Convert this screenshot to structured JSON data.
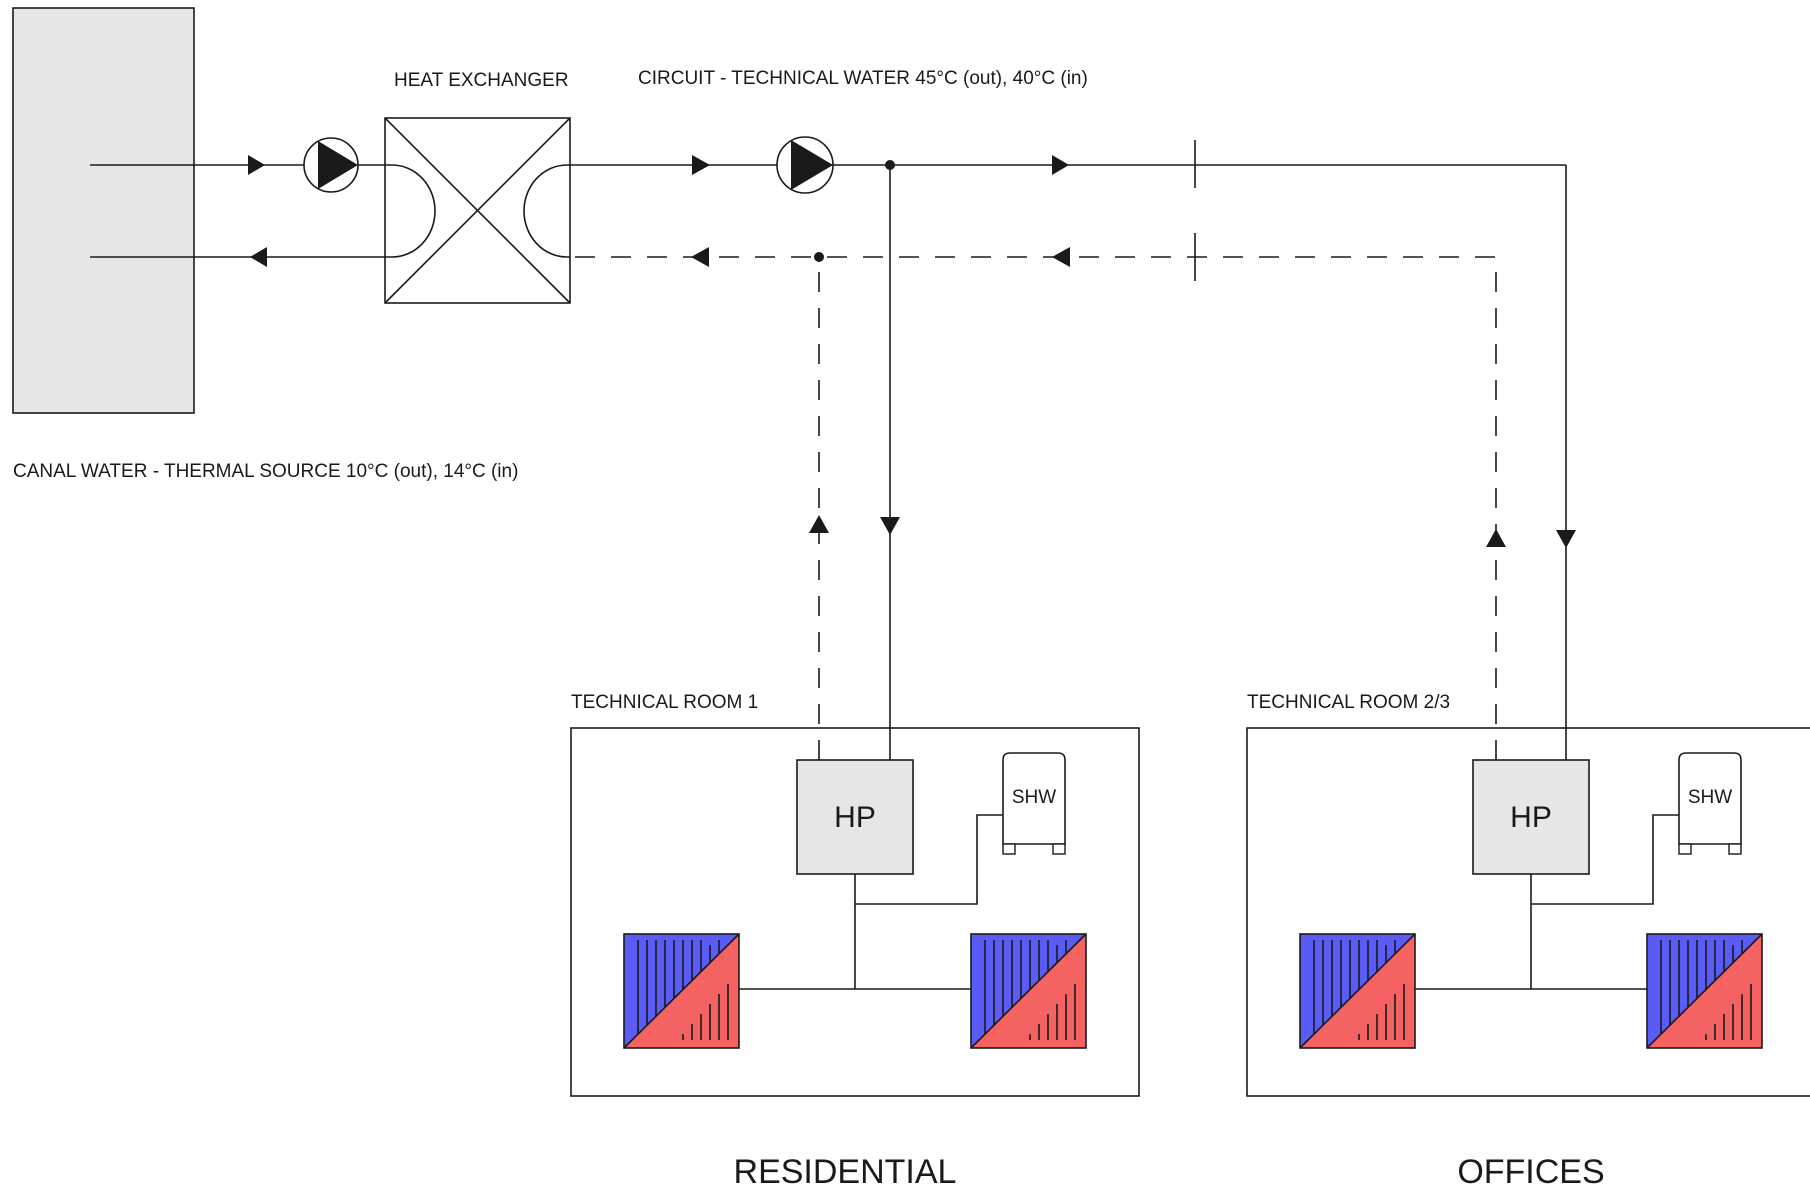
{
  "labels": {
    "heat_exchanger": "HEAT EXCHANGER",
    "circuit": "CIRCUIT - TECHNICAL WATER 45°C (out), 40°C (in)",
    "canal_water": "CANAL WATER - THERMAL SOURCE 10°C (out), 14°C (in)",
    "technical_room_1": "TECHNICAL ROOM 1",
    "technical_room_2": "TECHNICAL ROOM 2/3",
    "heat_pump": "HP",
    "shw": "SHW",
    "residential": "RESIDENTIAL",
    "offices": "OFFICES"
  },
  "colors": {
    "source_box": "#e6e6e6",
    "hp_box": "#e6e6e6",
    "radiator_blue": "#5b5bf5",
    "radiator_red": "#f46262",
    "line": "#1a1a1a"
  }
}
